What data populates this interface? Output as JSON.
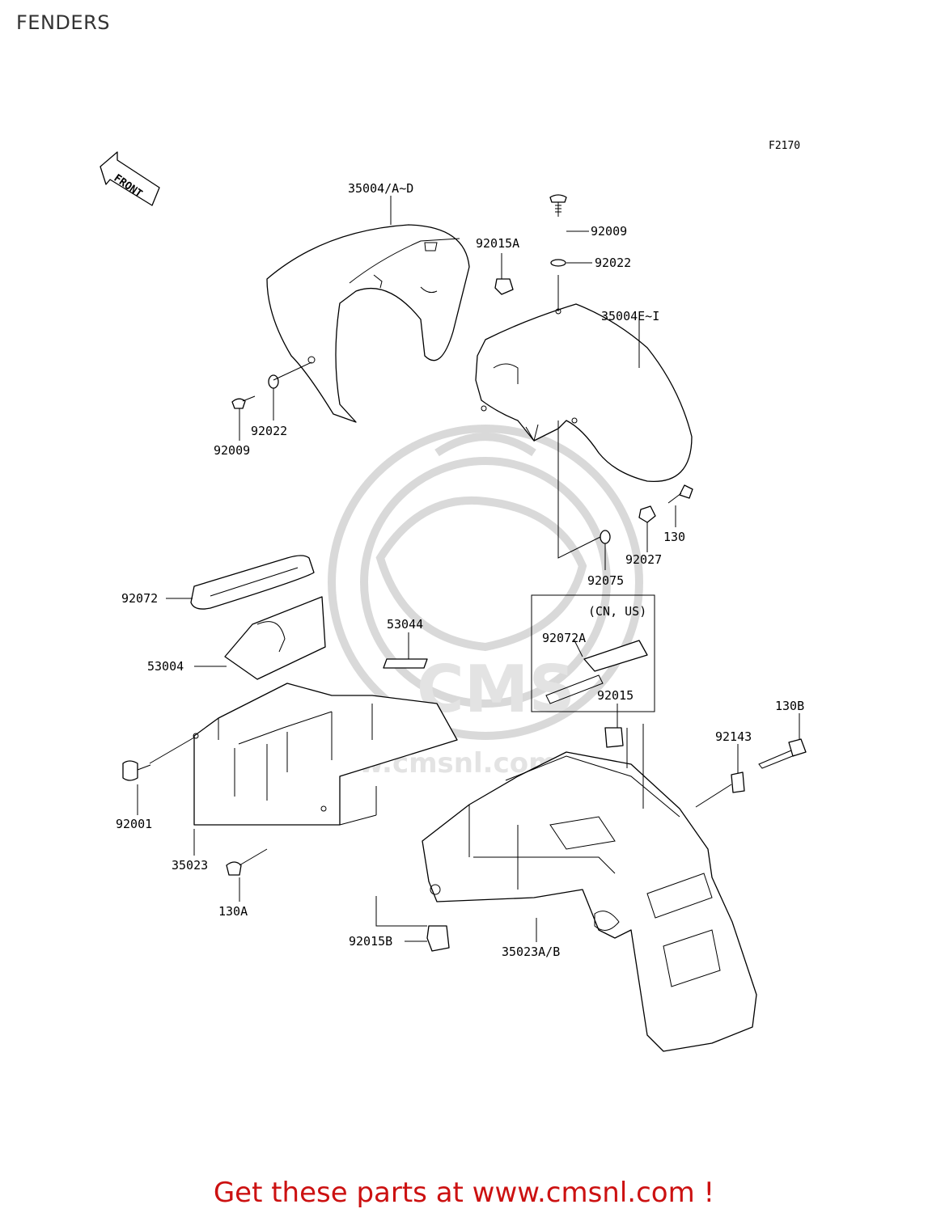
{
  "title": "FENDERS",
  "figure_code": "F2170",
  "front_arrow_label": "FRONT",
  "labels": {
    "p35004_ad": "35004/A~D",
    "p92015A": "92015A",
    "p92009_top": "92009",
    "p92022_top": "92022",
    "p35004_ei": "35004E~I",
    "p92022_left": "92022",
    "p92009_left": "92009",
    "p130": "130",
    "p92027": "92027",
    "p92075": "92075",
    "p92072": "92072",
    "p53044": "53044",
    "cn_us": "(CN, US)",
    "p92072A": "92072A",
    "p53004": "53004",
    "p92015": "92015",
    "p130B": "130B",
    "p92143": "92143",
    "p92001": "92001",
    "p35023": "35023",
    "p130A": "130A",
    "p92015B": "92015B",
    "p35023AB": "35023A/B"
  },
  "promo_text": "Get these parts at www.cmsnl.com !",
  "watermark_text": "www.cmsnl.com",
  "watermark_logo": "CMS"
}
